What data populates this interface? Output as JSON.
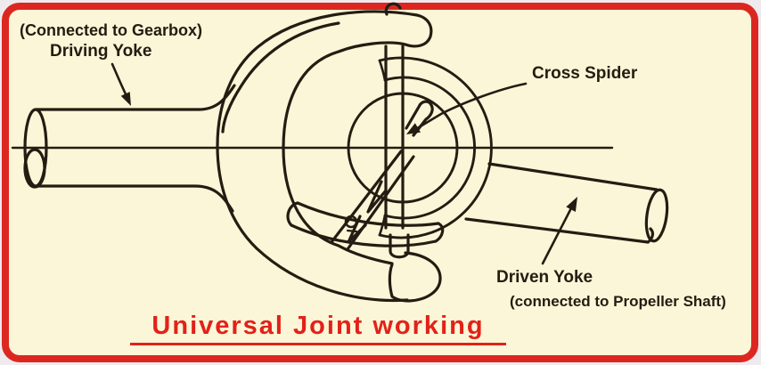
{
  "figure": {
    "title": "Universal Joint working",
    "labels": {
      "gearbox_note": "(Connected to Gearbox)",
      "driving_yoke": "Driving Yoke",
      "cross_spider": "Cross Spider",
      "driven_yoke": "Driven Yoke",
      "propeller_note": "(connected to Propeller Shaft)"
    },
    "colors": {
      "background": "#fbf6d7",
      "frame_border": "#dc2721",
      "ink": "#241c12",
      "title_red": "#e32119"
    }
  }
}
